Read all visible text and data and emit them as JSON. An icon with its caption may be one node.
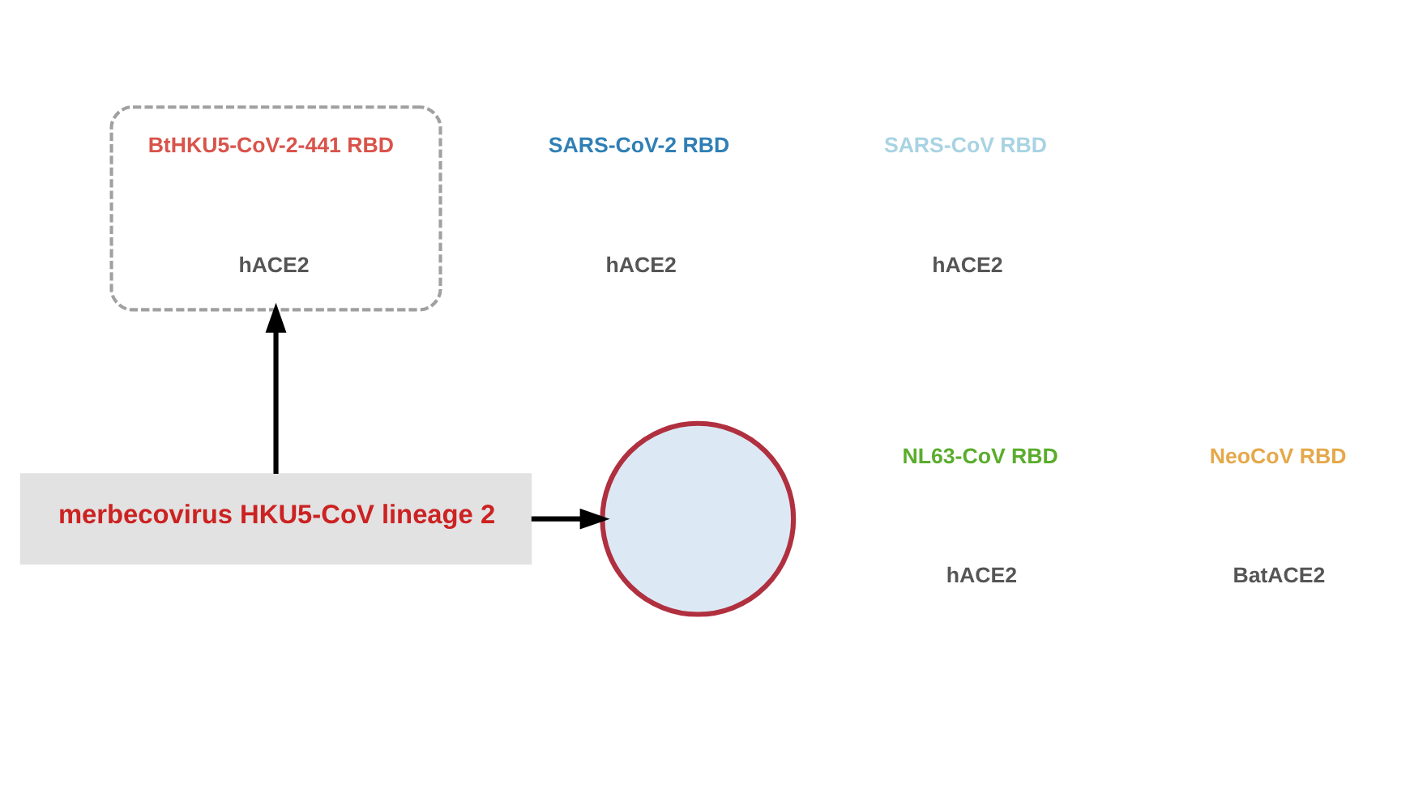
{
  "diagram": {
    "nodes": [
      {
        "text": [
          "BtHKU5-CoV-2-441 RBD",
          "hACE2"
        ]
      },
      {
        "text": [
          "SARS-CoV-2 RBD",
          "hACE2"
        ]
      },
      {
        "text": [
          "SARS-CoV RBD",
          "hACE2"
        ]
      },
      {
        "text": [
          "NL63-CoV RBD",
          "hACE2"
        ]
      },
      {
        "text": [
          "NeoCoV RBD",
          "BatACE2"
        ]
      },
      {
        "text": [
          "merbecovirus HKU5-CoV lineage 2"
        ]
      },
      {
        "text": [],
        "shape": "circle"
      }
    ],
    "edges": [
      {
        "from": 5,
        "to": 0,
        "arrow": "to"
      },
      {
        "from": 5,
        "to": 6,
        "arrow": "to"
      }
    ]
  }
}
